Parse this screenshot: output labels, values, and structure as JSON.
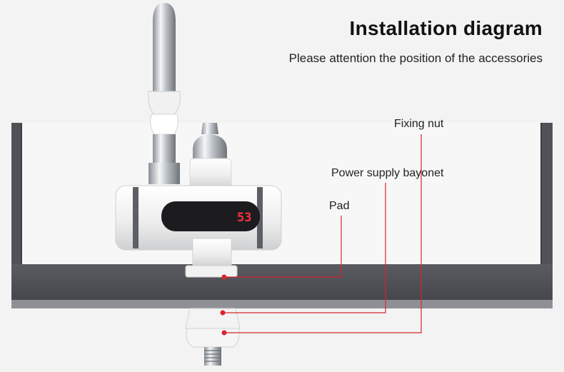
{
  "title": "Installation diagram",
  "subtitle": "Please attention the position of the accessories",
  "callouts": [
    {
      "label": "Fixing nut",
      "part": "fixing-nut"
    },
    {
      "label": "Power supply bayonet",
      "part": "power-supply-bayonet"
    },
    {
      "label": "Pad",
      "part": "pad"
    }
  ],
  "display_reading": "53",
  "colors": {
    "background": "#f3f3f3",
    "sink": "#505258",
    "leader_line": "#d6252f",
    "display_digits": "#ff3040",
    "faucet_body": "#f4f4f4",
    "chrome": "#c8ccd2"
  }
}
